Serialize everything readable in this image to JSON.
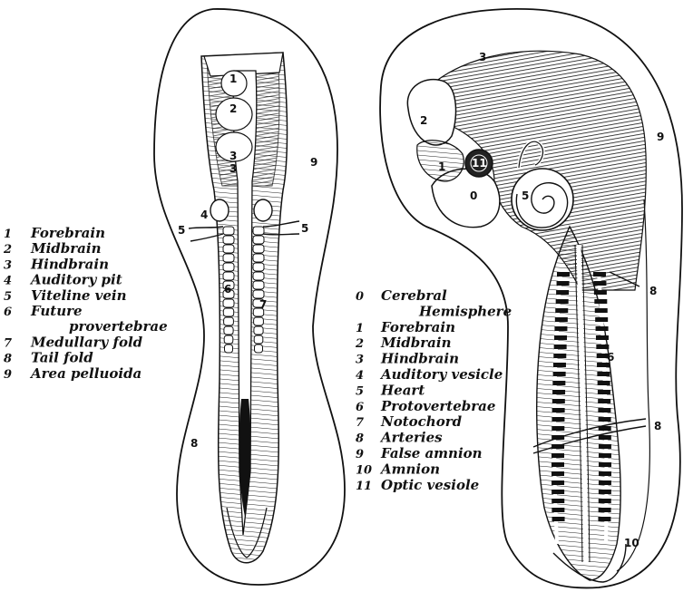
{
  "left_legend": [
    {
      "num": "1",
      "text": "Forebrain"
    },
    {
      "num": "2",
      "text": "Midbrain"
    },
    {
      "num": "3",
      "text": "Hindbrain"
    },
    {
      "num": "4",
      "text": "Auditory pit"
    },
    {
      "num": "5",
      "text": "Viteline vein"
    },
    {
      "num": "6",
      "text": "Future"
    },
    {
      "num": "",
      "text": "provertebrae"
    },
    {
      "num": "7",
      "text": "Medullary fold"
    },
    {
      "num": "8",
      "text": "Tail fold"
    },
    {
      "num": "9",
      "text": "Area pelluoida"
    }
  ],
  "right_legend": [
    {
      "num": "0",
      "text": "Cerebral"
    },
    {
      "num": "",
      "text": "Hemisphere"
    },
    {
      "num": "1",
      "text": "Forebrain"
    },
    {
      "num": "2",
      "text": "Midbrain"
    },
    {
      "num": "3",
      "text": "Hindbrain"
    },
    {
      "num": "4",
      "text": "Auditory vesicle"
    },
    {
      "num": "5",
      "text": "Heart"
    },
    {
      "num": "6",
      "text": "Protovertebrae"
    },
    {
      "num": "7",
      "text": "Notochord"
    },
    {
      "num": "8",
      "text": "Arteries"
    },
    {
      "num": "9",
      "text": "False amnion"
    },
    {
      "num": "10",
      "text": "Amnion"
    },
    {
      "num": "11",
      "text": "Optic vesiole"
    }
  ],
  "left_markers": {
    "m1": "1",
    "m2": "2",
    "m3a": "3",
    "m3b": "3",
    "m4": "4",
    "m5a": "5",
    "m5b": "5",
    "m6": "6",
    "m7": "7",
    "m8": "8",
    "m9": "9"
  },
  "right_markers": {
    "m0": "0",
    "m1": "1",
    "m11": "11",
    "m2": "2",
    "m3": "3",
    "m5": "5",
    "m6": "6",
    "m8a": "8",
    "m8b": "8",
    "m9": "9",
    "m10": "10"
  }
}
